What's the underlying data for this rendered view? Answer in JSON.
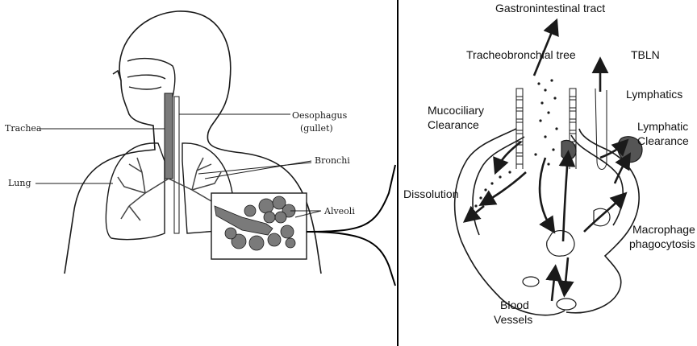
{
  "left_panel": {
    "labels": {
      "trachea": "Trachea",
      "lung": "Lung",
      "oesophagus": "Oesophagus",
      "gullet": "(gullet)",
      "bronchi": "Bronchi",
      "alveoli": "Alveoli"
    }
  },
  "right_panel": {
    "labels": {
      "gi_tract": "Gastronintestinal tract",
      "tracheobronchial": "Tracheobronchial tree",
      "tbln": "TBLN",
      "lymphatics": "Lymphatics",
      "mucociliary_1": "Mucociliary",
      "mucociliary_2": "Clearance",
      "lymphatic_clearance_1": "Lymphatic",
      "lymphatic_clearance_2": "Clearance",
      "dissolution": "Dissolution",
      "macrophage_1": "Macrophage",
      "macrophage_2": "phagocytosis",
      "blood_1": "Blood",
      "blood_2": "Vessels"
    }
  },
  "colors": {
    "ink": "#1a1a1a",
    "tissue": "#7a7a7a",
    "background": "#ffffff"
  }
}
